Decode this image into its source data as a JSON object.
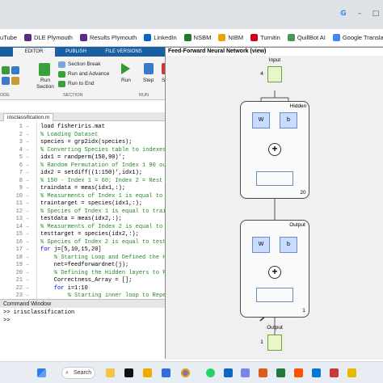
{
  "browser": {
    "bookmarks": [
      {
        "label": "uTube",
        "icon": "youtube-icon",
        "color": "#ff0000"
      },
      {
        "label": "DLE Plymouth",
        "icon": "dle-icon",
        "color": "#5b2a86"
      },
      {
        "label": "Results Plymouth",
        "icon": "results-icon",
        "color": "#5b2a86"
      },
      {
        "label": "LinkedIn",
        "icon": "linkedin-icon",
        "color": "#0a66c2"
      },
      {
        "label": "NSBM",
        "icon": "nsbm-icon",
        "color": "#1e7a2d"
      },
      {
        "label": "NIBM",
        "icon": "nibm-icon",
        "color": "#f0a000"
      },
      {
        "label": "Turnitin",
        "icon": "turnitin-icon",
        "color": "#d0021b"
      },
      {
        "label": "QuillBot AI",
        "icon": "quillbot-icon",
        "color": "#499557"
      },
      {
        "label": "Google Translate",
        "icon": "translate-icon",
        "color": "#4285f4"
      }
    ]
  },
  "ribbon": {
    "tabs": [
      "EDITOR",
      "PUBLISH",
      "FILE VERSIONS"
    ],
    "run_section": "Run\nSection",
    "section_break": "Section Break",
    "run_and_advance": "Run and Advance",
    "run_to_end": "Run to End",
    "section_group": "SECTION",
    "run": "Run",
    "step": "Step",
    "stop_partial": "S",
    "run_group": "RUN",
    "code_group": "ODE"
  },
  "editor": {
    "tab_label": "irisclassification.m",
    "lines": [
      {
        "n": "1",
        "text": "load fisheriris.mat",
        "kind": "code"
      },
      {
        "n": "2",
        "text": "% Loading Dataset",
        "kind": "cm"
      },
      {
        "n": "3",
        "text": "species = grp2idx(species);",
        "kind": "code"
      },
      {
        "n": "4",
        "text": "% Converting Species table to indexes",
        "kind": "cm"
      },
      {
        "n": "5",
        "text": "idx1 = randperm(150,90)';",
        "kind": "code"
      },
      {
        "n": "6",
        "text": "% Random Permutation of Index 1 90 out",
        "kind": "cm"
      },
      {
        "n": "7",
        "text": "idx2 = setdiff((1:150)',idx1);",
        "kind": "code"
      },
      {
        "n": "8",
        "text": "% 150 - Index 1 = 60; Index 2 = Rest",
        "kind": "cm"
      },
      {
        "n": "9",
        "text": "traindata = meas(idx1,:);",
        "kind": "code"
      },
      {
        "n": "10",
        "text": "% Measurments of Index 1 is equal to t",
        "kind": "cm"
      },
      {
        "n": "11",
        "text": "traintarget = species(idx1,:);",
        "kind": "code"
      },
      {
        "n": "12",
        "text": "% Species of Index 1 is equal to train",
        "kind": "cm"
      },
      {
        "n": "13",
        "text": "testdata = meas(idx2,:);",
        "kind": "code"
      },
      {
        "n": "14",
        "text": "% Measurments of Index 2 is equal to t",
        "kind": "cm"
      },
      {
        "n": "15",
        "text": "testtarget = species(idx2,:);",
        "kind": "code"
      },
      {
        "n": "16",
        "text": "% Species of Index 2 is equal to testt",
        "kind": "cm"
      },
      {
        "n": "17",
        "text": "for j=[5,10,15,20]",
        "kind": "kw"
      },
      {
        "n": "18",
        "text": "    % Starting Loop and Defined the Hi",
        "kind": "cm"
      },
      {
        "n": "19",
        "text": "    net=feedforwardnet(j);",
        "kind": "code"
      },
      {
        "n": "20",
        "text": "    % Defining the Hidden layers to Fe",
        "kind": "cm"
      },
      {
        "n": "21",
        "text": "    Correctness_Array = [];",
        "kind": "code"
      },
      {
        "n": "22",
        "text": "    for i=1:10",
        "kind": "kw"
      },
      {
        "n": "23",
        "text": "        % Starting inner loop to Repea",
        "kind": "cm"
      }
    ]
  },
  "command_window": {
    "title": "Command Window",
    "lines": [
      ">> irisclassification",
      ">>"
    ]
  },
  "nn_view": {
    "title": "Feed-Forward Neural Network (view)",
    "input_label": "Input",
    "input_size": "4",
    "hidden_label": "Hidden",
    "hidden_w": "W",
    "hidden_b": "b",
    "hidden_size": "20",
    "output_label": "Output",
    "output_w": "W",
    "output_b": "b",
    "output_layer_size": "1",
    "output_node_label": "Output",
    "output_size": "1",
    "sum_symbol": "+"
  },
  "taskbar": {
    "search_label": "Search"
  },
  "colors": {
    "matlab_blue": "#1a5fa0",
    "weight_box": "#c8dcff",
    "io_box": "#e9f7c8",
    "comment_green": "#228b22",
    "keyword_blue": "#0000ff"
  }
}
